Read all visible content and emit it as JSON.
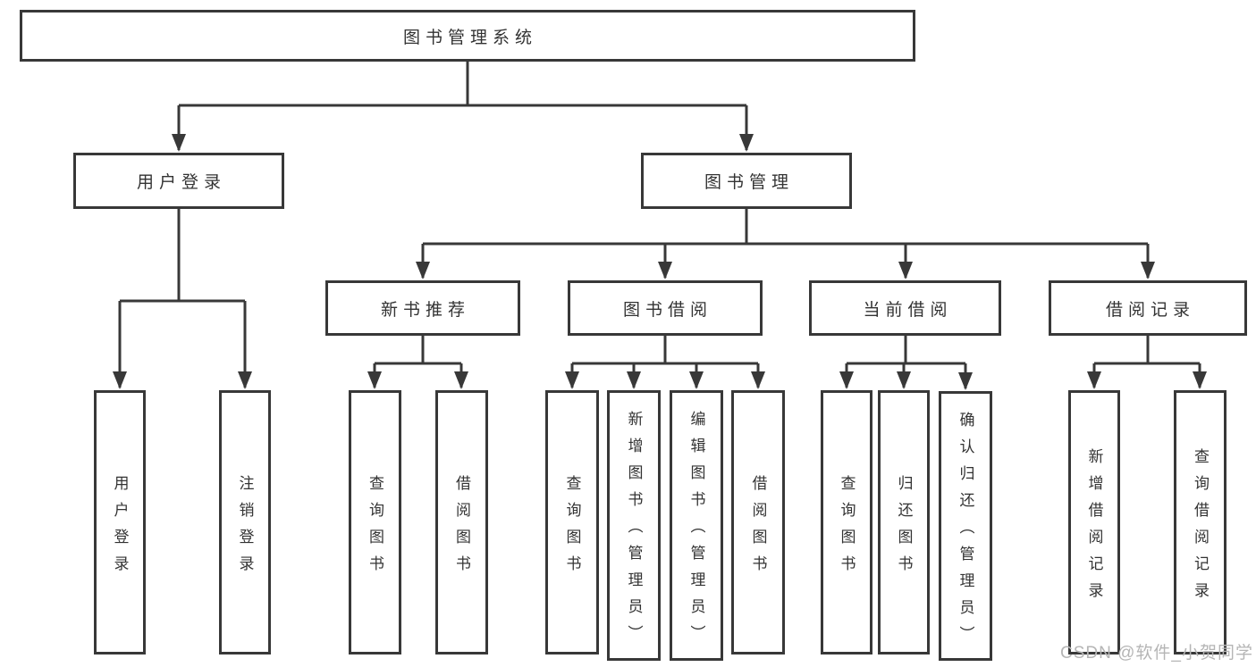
{
  "page": {
    "watermark": "CSDN @软件_小贺同学",
    "line_color": "#383838",
    "watermark_color": "#b5b5b5",
    "background_color": "#ffffff"
  },
  "diagram": {
    "type": "tree",
    "root": {
      "label": "图书管理系统"
    },
    "level2": {
      "user_login": {
        "label": "用户登录"
      },
      "book_management": {
        "label": "图书管理"
      }
    },
    "level3": {
      "new_book_recommend": {
        "label": "新书推荐"
      },
      "book_borrow": {
        "label": "图书借阅"
      },
      "current_borrow": {
        "label": "当前借阅"
      },
      "borrow_record": {
        "label": "借阅记录"
      }
    },
    "leaves": {
      "user_login": [
        "用户登录",
        "注销登录"
      ],
      "new_book_recommend": [
        "查询图书",
        "借阅图书"
      ],
      "book_borrow": [
        "查询图书",
        "新增图书（管理员）",
        "编辑图书（管理员）",
        "借阅图书"
      ],
      "current_borrow": [
        "查询图书",
        "归还图书",
        "确认归还（管理员）"
      ],
      "borrow_record": [
        "新增借阅记录",
        "查询借阅记录"
      ]
    }
  }
}
